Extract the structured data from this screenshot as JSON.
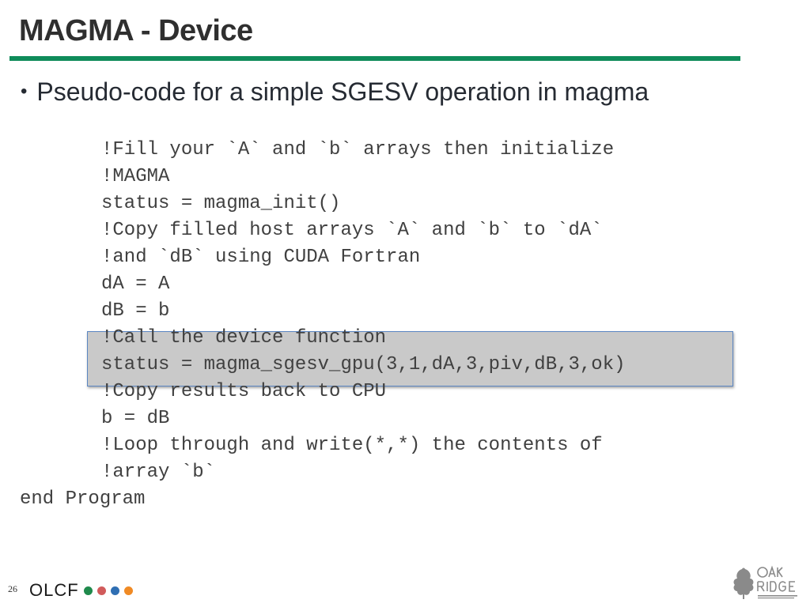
{
  "slide": {
    "title": "MAGMA - Device",
    "bullet": "Pseudo-code for a simple SGESV operation in magma",
    "page_number": "26"
  },
  "code": {
    "lines": [
      "!Fill your `A` and `b` arrays then initialize",
      "!MAGMA",
      "status = magma_init()",
      "!Copy filled host arrays `A` and `b` to `dA`",
      "!and `dB` using CUDA Fortran",
      "dA = A",
      "dB = b",
      "!Call the device function",
      "status = magma_sgesv_gpu(3,1,dA,3,piv,dB,3,ok)",
      "!Copy results back to CPU",
      "b = dB",
      "!Loop through and write(*,*) the contents of",
      "!array `b`",
      "end Program"
    ]
  },
  "footer": {
    "olcf_logo_text": "OLCF",
    "olcf_dot_colors": [
      "#1f8a4c",
      "#d15b5b",
      "#2f6fb3",
      "#f08a24"
    ],
    "ornl_logo_icon": "oak-ridge-national-laboratory-logo"
  },
  "colors": {
    "title_rule": "#0f8c5a",
    "highlight_fill": "#c9c9c9",
    "highlight_border": "#5b86c2"
  }
}
